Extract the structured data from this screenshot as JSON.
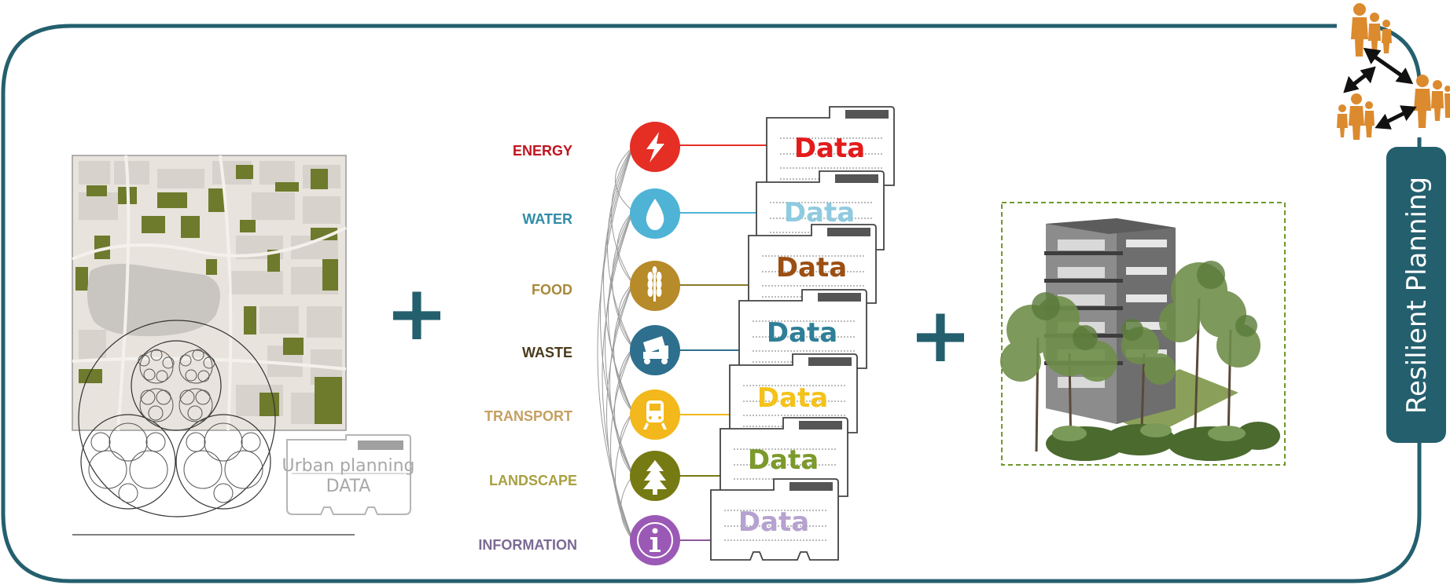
{
  "side_label": "Resilient Planning",
  "plus_signs": [
    "+",
    "+"
  ],
  "urban_card": {
    "line1": "Urban planning",
    "line2": "DATA"
  },
  "categories": [
    {
      "label": "ENERGY",
      "label_color": "#c0141f",
      "icon": "lightning-icon",
      "icon_color": "#e52e24",
      "data_word": "Data",
      "data_color": "#e31b1b"
    },
    {
      "label": "WATER",
      "label_color": "#2f8ca8",
      "icon": "water-drop-icon",
      "icon_color": "#4fb3d6",
      "data_word": "Data",
      "data_color": "#8fcbe0"
    },
    {
      "label": "FOOD",
      "label_color": "#a8893a",
      "icon": "wheat-icon",
      "icon_color": "#b78a2a",
      "data_word": "Data",
      "data_color": "#9c4f12"
    },
    {
      "label": "WASTE",
      "label_color": "#4a3a1a",
      "icon": "dump-truck-icon",
      "icon_color": "#2e6f8e",
      "data_word": "Data",
      "data_color": "#2e7f97"
    },
    {
      "label": "TRANSPORT",
      "label_color": "#c4a062",
      "icon": "train-icon",
      "icon_color": "#f2b81c",
      "data_word": "Data",
      "data_color": "#f4c21a"
    },
    {
      "label": "LANDSCAPE",
      "label_color": "#a8a040",
      "icon": "tree-icon",
      "icon_color": "#767a12",
      "data_word": "Data",
      "data_color": "#7c9a2c"
    },
    {
      "label": "INFORMATION",
      "label_color": "#7b6a94",
      "icon": "info-icon",
      "icon_color": "#9b59b6",
      "data_word": "Data",
      "data_color": "#b5a2cf"
    }
  ],
  "colors": {
    "frame": "#245f6e",
    "people": "#dc8a2e",
    "map_green": "#6e7a2c",
    "map_base": "#e8e3dc"
  }
}
